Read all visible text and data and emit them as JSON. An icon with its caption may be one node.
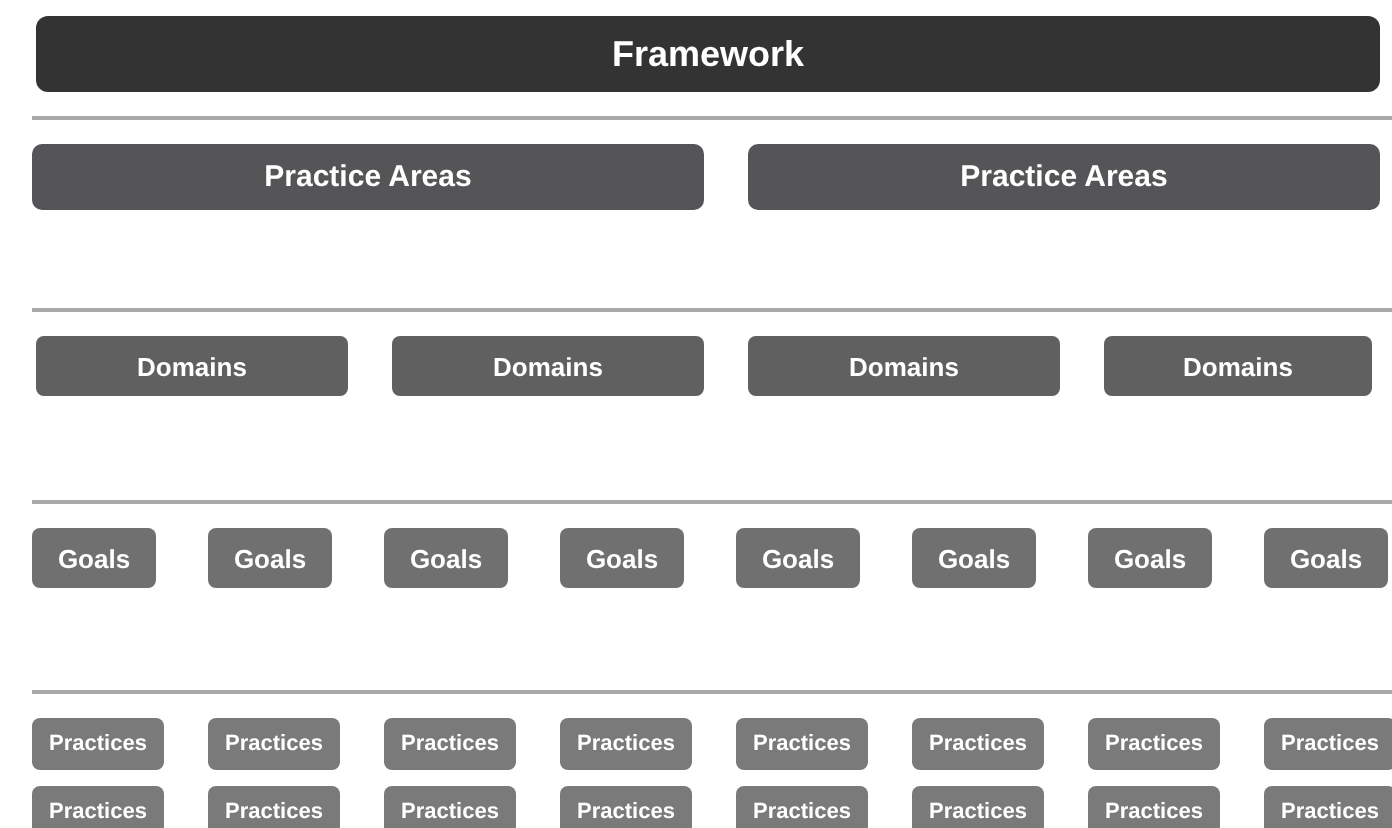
{
  "diagram": {
    "nodes": [
      {
        "text": [
          "Framework"
        ]
      },
      {
        "text": [
          "Practice Areas"
        ]
      },
      {
        "text": [
          "Practice Areas"
        ]
      },
      {
        "text": [
          "Domains"
        ]
      },
      {
        "text": [
          "Domains"
        ]
      },
      {
        "text": [
          "Domains"
        ]
      },
      {
        "text": [
          "Domains"
        ]
      },
      {
        "text": [
          "Goals"
        ]
      },
      {
        "text": [
          "Goals"
        ]
      },
      {
        "text": [
          "Goals"
        ]
      },
      {
        "text": [
          "Goals"
        ]
      },
      {
        "text": [
          "Goals"
        ]
      },
      {
        "text": [
          "Goals"
        ]
      },
      {
        "text": [
          "Goals"
        ]
      },
      {
        "text": [
          "Goals"
        ]
      },
      {
        "text": [
          "Practices"
        ]
      },
      {
        "text": [
          "Practices"
        ]
      },
      {
        "text": [
          "Practices"
        ]
      },
      {
        "text": [
          "Practices"
        ]
      },
      {
        "text": [
          "Practices"
        ]
      },
      {
        "text": [
          "Practices"
        ]
      },
      {
        "text": [
          "Practices"
        ]
      },
      {
        "text": [
          "Practices"
        ]
      },
      {
        "text": [
          "Practices"
        ]
      },
      {
        "text": [
          "Practices"
        ]
      },
      {
        "text": [
          "Practices"
        ]
      },
      {
        "text": [
          "Practices"
        ]
      },
      {
        "text": [
          "Practices"
        ]
      },
      {
        "text": [
          "Practices"
        ]
      },
      {
        "text": [
          "Practices"
        ]
      },
      {
        "text": [
          "Practices"
        ]
      }
    ]
  }
}
